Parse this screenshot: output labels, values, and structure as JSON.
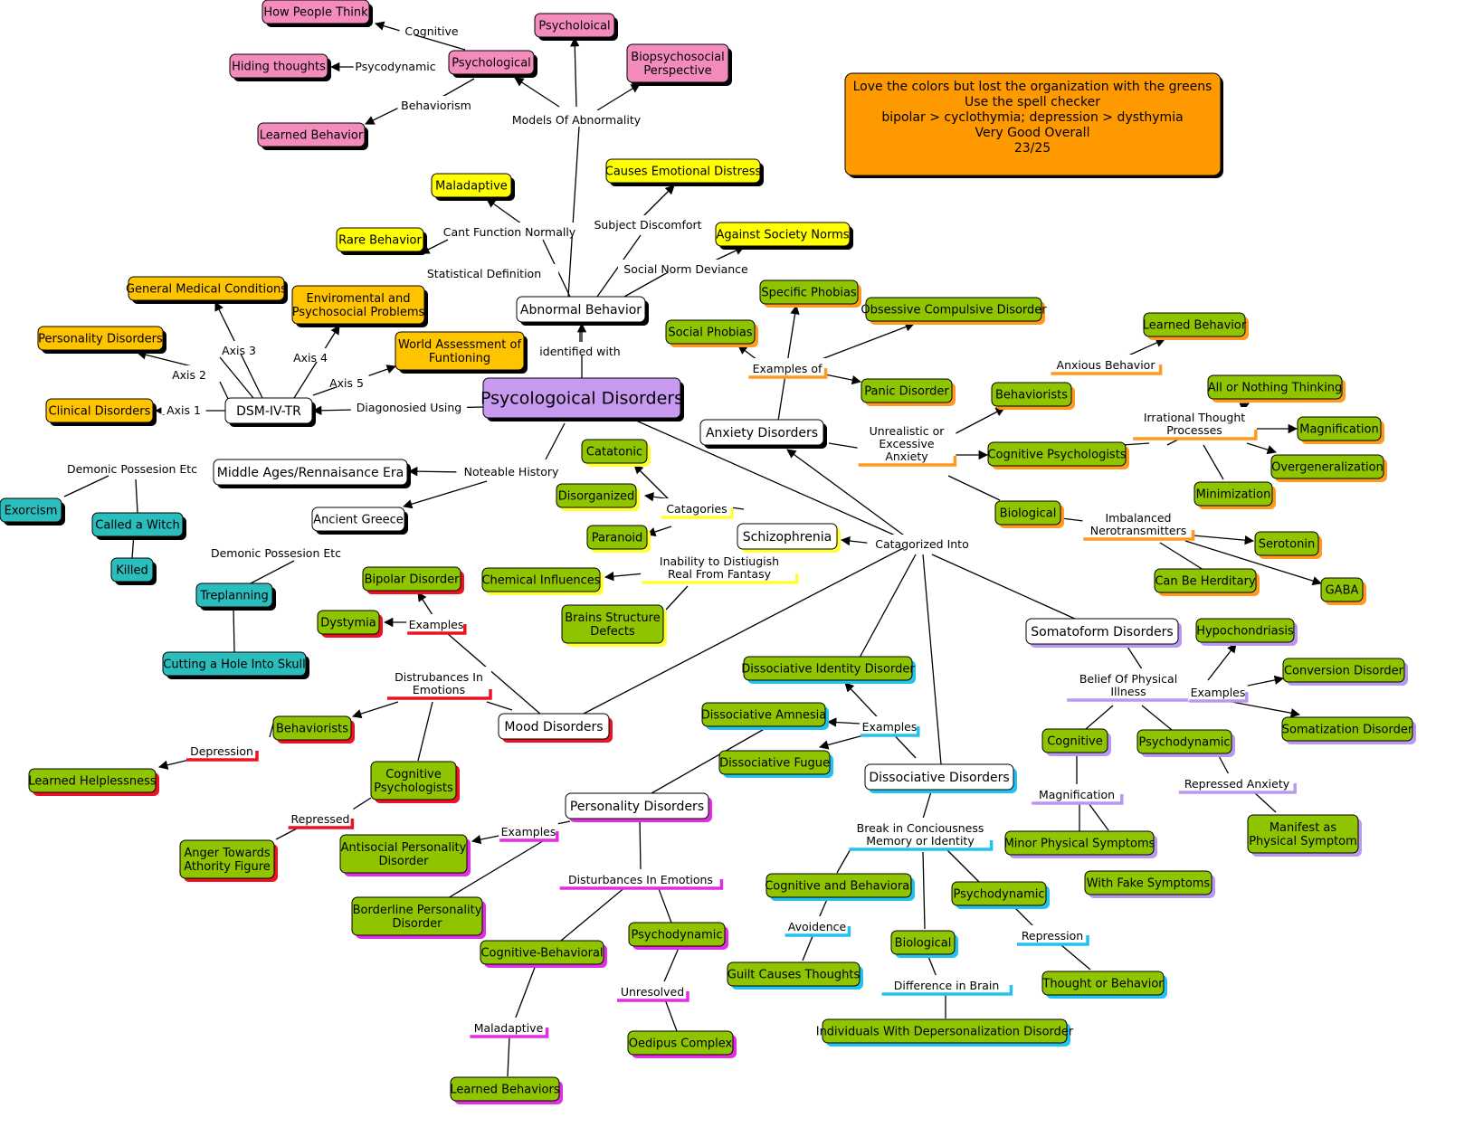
{
  "colors": {
    "pink": "#f38bbd",
    "yellow": "#ffff00",
    "gold": "#ffc400",
    "teal": "#2bbcbc",
    "green": "#8fc400",
    "purple": "#c79af0",
    "white": "#ffffff",
    "orange": "#ff9900",
    "shadow_black": "#000000",
    "shadow_orange": "#ff9a1f",
    "shadow_yellow": "#ffff33",
    "shadow_red": "#ee1122",
    "shadow_cyan": "#22c2f0",
    "shadow_magenta": "#e22ee2",
    "shadow_lilac": "#b998f0"
  },
  "comment": {
    "lines": [
      "Love the colors but lost the organization with the greens",
      "Use the spell checker",
      "bipolar > cyclothymia; depression > dysthymia",
      "Very Good Overall",
      "23/25"
    ]
  },
  "nodes": {
    "how_people_think": "How People Think",
    "hiding_thoughts": "Hiding thoughts",
    "learned_behavior_pink": "Learned Behavior",
    "psychological": "Psychological",
    "psycholoical": "Psycholoical",
    "biopsychosocial": [
      "Biopsychosocial",
      "Perspective"
    ],
    "maladaptive": "Maladaptive",
    "causes_emotional_distress": "Causes Emotional Distress",
    "rare_behavior": "Rare Behavior",
    "against_society_norms": "Against Society Norms",
    "general_medical": "General Medical Conditions",
    "enviromental": [
      "Enviromental and",
      "Psychosocial Problems"
    ],
    "personality_disorders_axis": "Personality Disorders",
    "world_assessment": [
      "World Assessment of",
      "Funtioning"
    ],
    "clinical_disorders": "Clinical Disorders",
    "dsm": "DSM-IV-TR",
    "abnormal_behavior": "Abnormal Behavior",
    "central": "Psycologoical Disorders",
    "middle_ages": "Middle Ages/Rennaisance Era",
    "ancient_greece": "Ancient Greece",
    "exorcism": "Exorcism",
    "called_a_witch": "Called a Witch",
    "killed": "Killed",
    "treplanning": "Treplanning",
    "cutting_hole": "Cutting a Hole Into Skull",
    "specific_phobias": "Specific Phobias",
    "ocd": "Obsessive Compulsive Disorder",
    "social_phobias": "Social Phobias",
    "panic_disorder": "Panic Disorder",
    "anxiety_disorders": "Anxiety Disorders",
    "learned_behavior_green": "Learned Behavior",
    "behaviorists_anx": "Behaviorists",
    "cognitive_psychologists_anx": "Cognitive Psychologists",
    "biological_anx": "Biological",
    "all_or_nothing": "All or Nothing Thinking",
    "magnification_anx": "Magnification",
    "overgeneralization": "Overgeneralization",
    "minimization": "Minimization",
    "serotonin": "Serotonin",
    "can_be_herditary": "Can Be Herditary",
    "gaba": "GABA",
    "catatonic": "Catatonic",
    "disorganized": "Disorganized",
    "paranoid": "Paranoid",
    "schizophrenia": "Schizophrenia",
    "chemical_influences": "Chemical Influences",
    "brains_structure": [
      "Brains Structure",
      "Defects"
    ],
    "bipolar_disorder": "Bipolar Disorder",
    "dystymia": "Dystymia",
    "behaviorists_mood": "Behaviorists",
    "learned_helplessness": "Learned Helplessness",
    "cognitive_psychologists_mood": [
      "Cognitive",
      "Psychologists"
    ],
    "anger_towards": [
      "Anger Towards",
      "Athority Figure"
    ],
    "mood_disorders": "Mood Disorders",
    "somatoform_disorders": "Somatoform Disorders",
    "hypochondriasis": "Hypochondriasis",
    "conversion_disorder": "Conversion Disorder",
    "somatization_disorder": "Somatization Disorder",
    "cognitive_soma": "Cognitive",
    "psychodynamic_soma": "Psychodynamic",
    "manifest_as": [
      "Manifest as",
      "Physical Symptom"
    ],
    "minor_physical": "Minor Physical Symptoms",
    "with_fake": "With Fake Symptoms",
    "did": "Dissociative Identity Disorder",
    "dissociative_amnesia": "Dissociative Amnesia",
    "dissociative_fugue": "Dissociative Fugue",
    "dissociative_disorders": "Dissociative Disorders",
    "cognitive_behavioral_diss": "Cognitive and Behavioral",
    "psychodynamic_diss": "Psychodynamic",
    "biological_diss": "Biological",
    "guilt_causes": "Guilt Causes Thoughts",
    "thought_or_behavior": "Thought or Behavior",
    "individuals_depersonalization": "Individuals With Depersonalization Disorder",
    "personality_disorders": "Personality Disorders",
    "antisocial": [
      "Antisocial Personality",
      "Disorder"
    ],
    "borderline": [
      "Borderline Personality",
      "Disorder"
    ],
    "cognitive_behavioral_pers": "Cognitive-Behavioral",
    "psychodynamic_pers": "Psychodynamic",
    "learned_behaviors": "Learned Behaviors",
    "oedipus": "Oedipus Complex"
  },
  "link_labels": {
    "cognitive": "Cognitive",
    "psycodynamic": "Psycodynamic",
    "behaviorism": "Behaviorism",
    "models_of_abnormality": "Models Of Abnormality",
    "cant_function": "Cant Function Normally",
    "subject_discomfort": "Subject Discomfort",
    "statistical_definition": "Statistical Definition",
    "social_norm_deviance": "Social Norm Deviance",
    "identified_with": "identified with",
    "axis_3": "Axis 3",
    "axis_4": "Axis 4",
    "axis_2": "Axis 2",
    "axis_5": "Axis 5",
    "axis_1": "Axis 1",
    "diagonosied_using": "Diagonosied Using",
    "demonic_possesion_1": "Demonic Possesion Etc",
    "noteable_history": "Noteable History",
    "demonic_possesion_2": "Demonic Possesion Etc",
    "examples_of": "Examples of",
    "anxious_behavior": "Anxious Behavior",
    "unrealistic": [
      "Unrealistic or",
      "Excessive",
      "Anxiety"
    ],
    "irrational_thought": [
      "Irrational Thought",
      "Processes"
    ],
    "imbalanced": [
      "Imbalanced",
      "Nerotransmitters"
    ],
    "catagories": "Catagories",
    "catagorized_into": "Catagorized Into",
    "inability": [
      "Inability to Distiugish",
      "Real From Fantasy"
    ],
    "examples_mood": "Examples",
    "distrubances_mood": [
      "Distrubances In",
      "Emotions"
    ],
    "depression": "Depression",
    "repressed": "Repressed",
    "belief_physical": [
      "Belief Of Physical",
      "Illness"
    ],
    "examples_soma": "Examples",
    "magnification_soma": "Magnification",
    "repressed_anxiety": "Repressed Anxiety",
    "examples_diss": "Examples",
    "break_in_conciousness": [
      "Break in Conciousness",
      "Memory or Identity"
    ],
    "avoidence": "Avoidence",
    "repression": "Repression",
    "difference_in_brain": "Difference in Brain",
    "examples_pers": "Examples",
    "disturbances_pers": "Disturbances In Emotions",
    "unresolved": "Unresolved",
    "maladaptive_link": "Maladaptive"
  }
}
